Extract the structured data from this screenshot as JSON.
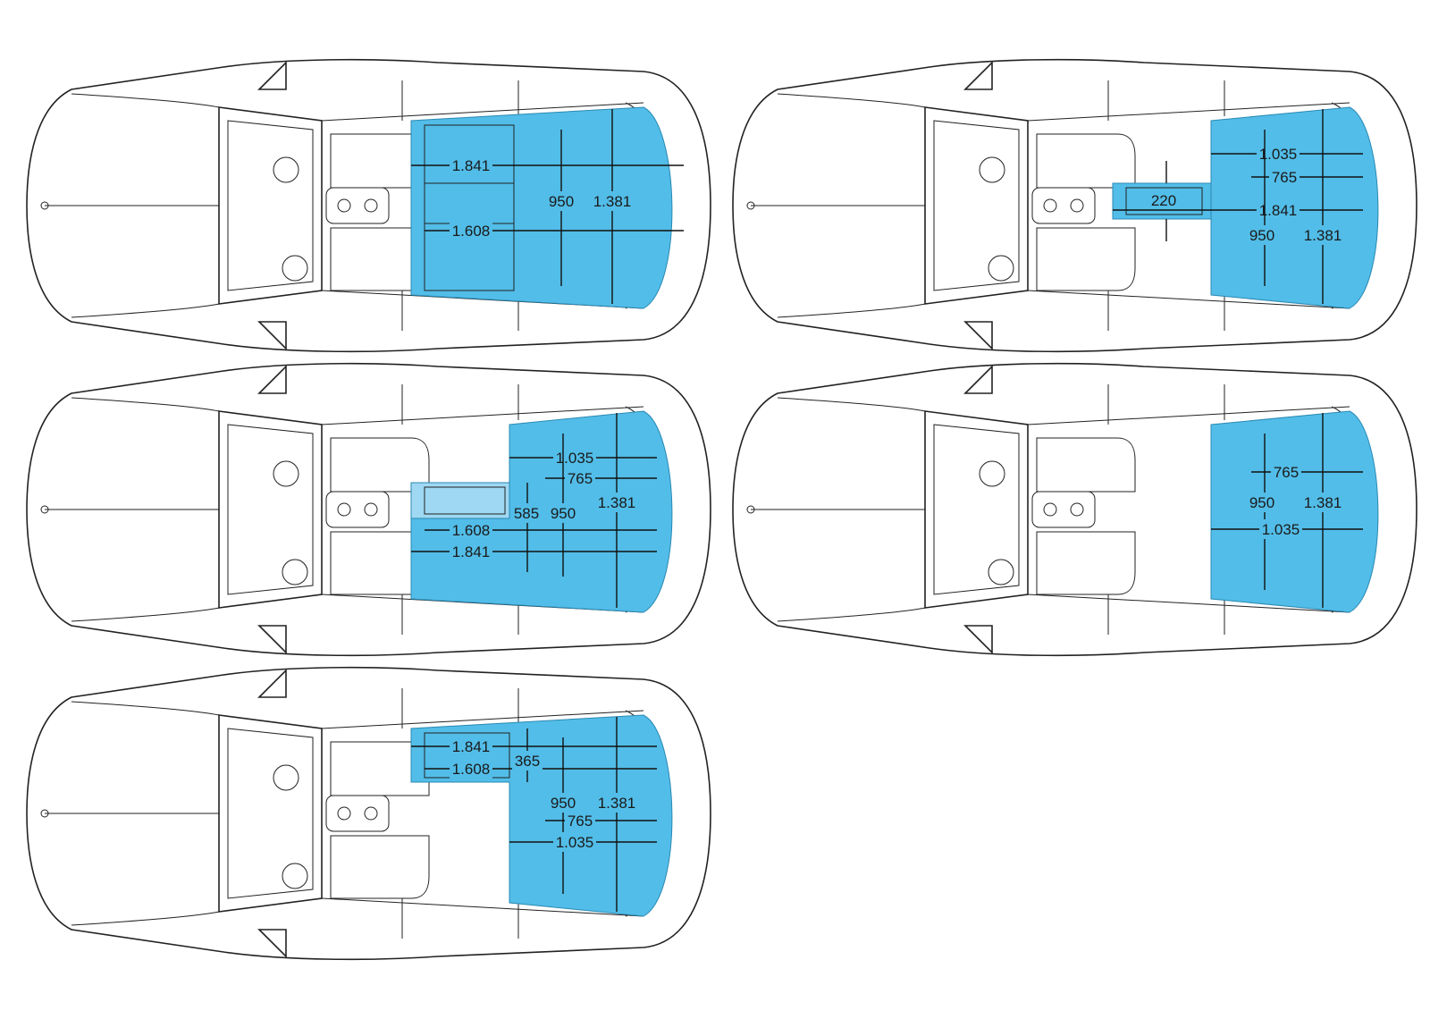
{
  "cars": [
    {
      "id": "car-1",
      "labels": [
        "1.841",
        "1.608",
        "950",
        "1.381"
      ]
    },
    {
      "id": "car-2",
      "labels": [
        "1.035",
        "765",
        "220",
        "1.841",
        "950",
        "1.381"
      ]
    },
    {
      "id": "car-3",
      "labels": [
        "1.035",
        "765",
        "585",
        "950",
        "1.381",
        "1.608",
        "1.841"
      ]
    },
    {
      "id": "car-4",
      "labels": [
        "765",
        "950",
        "1.381",
        "1.035"
      ]
    },
    {
      "id": "car-5",
      "labels": [
        "1.841",
        "1.608",
        "365",
        "950",
        "1.381",
        "765",
        "1.035"
      ]
    }
  ],
  "colors": {
    "cargo": "#52bde8",
    "outline": "#222222"
  }
}
